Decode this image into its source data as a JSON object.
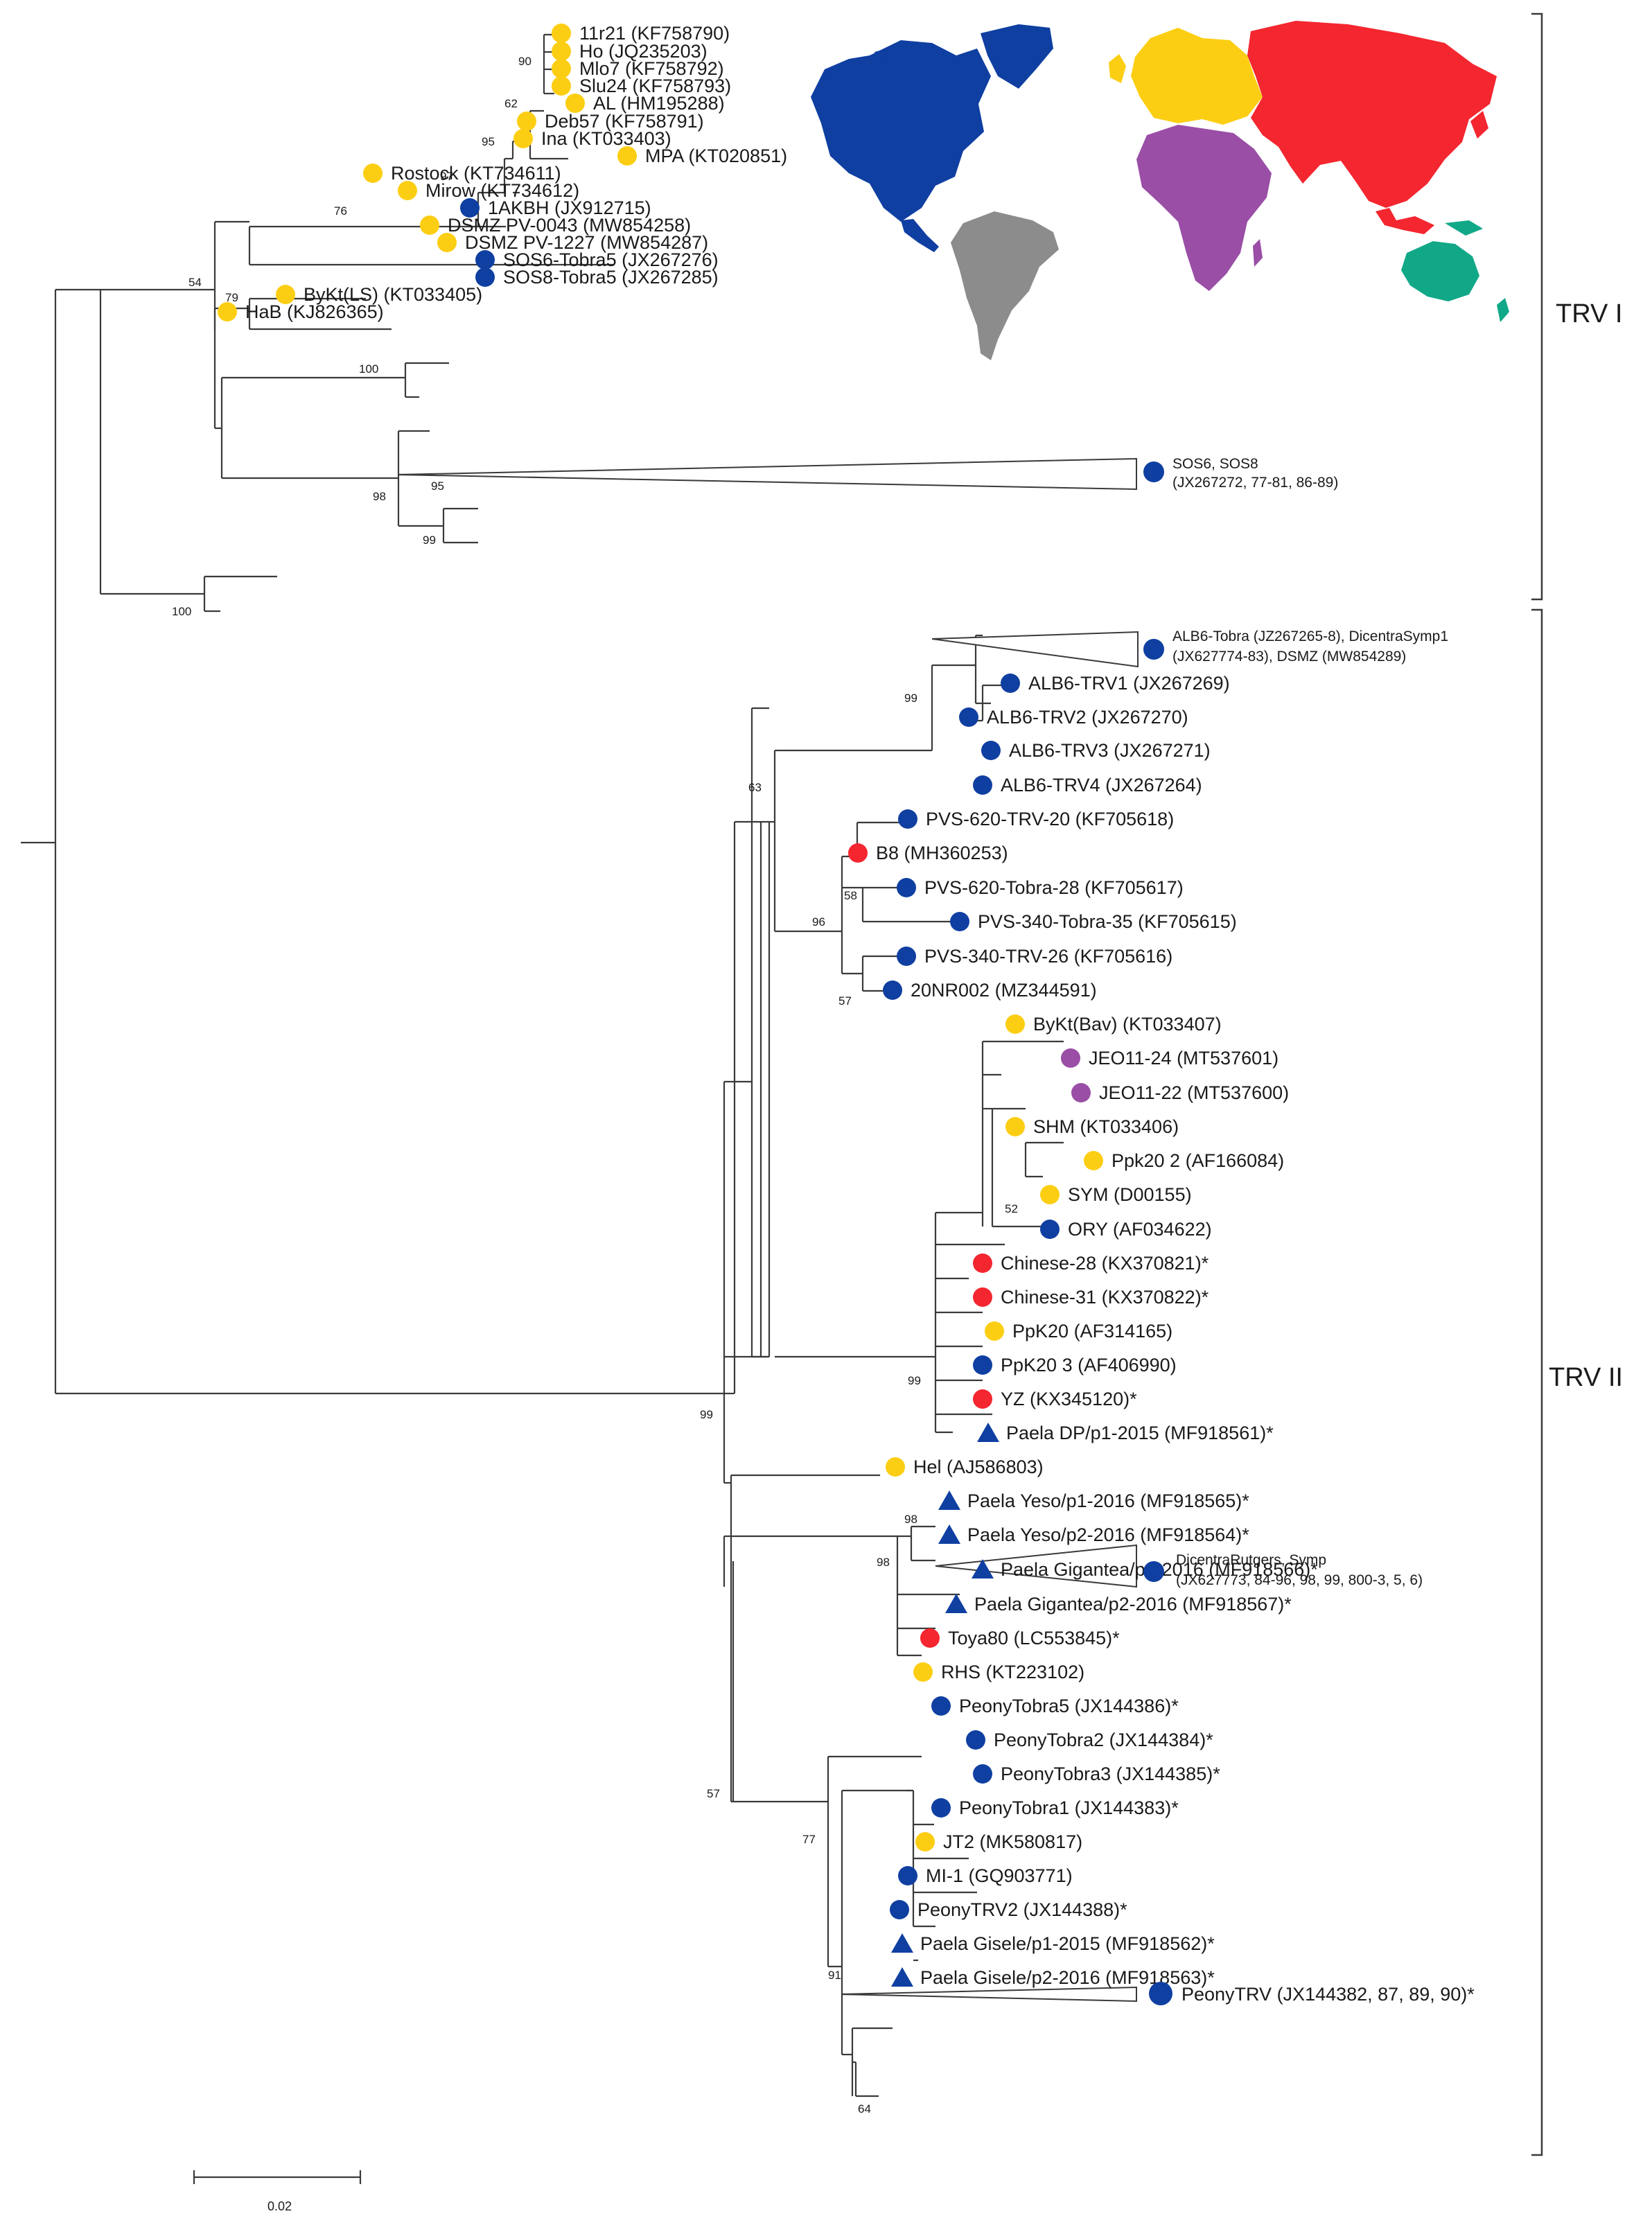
{
  "colors": {
    "europe": "#fcce13",
    "north_america": "#0f3fa1",
    "asia": "#f4262f",
    "africa": "#9a4ea6",
    "south_america": "#8c8c8c",
    "oceania": "#11a888"
  },
  "groups": {
    "trv1": "TRV I",
    "trv2": "TRV II"
  },
  "scale_label": "0.02",
  "supports": {
    "s90": "90",
    "s62": "62",
    "s95a": "95",
    "s97": "97",
    "s76": "76",
    "s54": "54",
    "s79": "79",
    "s100a": "100",
    "s95b": "95",
    "s98a": "98",
    "s99a": "99",
    "s100b": "100",
    "s99b": "99",
    "s63": "63",
    "s58": "58",
    "s96": "96",
    "s57a": "57",
    "s52": "52",
    "s99c": "99",
    "s99d": "99",
    "s98b": "98",
    "s98c": "98",
    "s57b": "57",
    "s77": "77",
    "s91": "91",
    "s64": "64"
  },
  "leaves": [
    {
      "label": "11r21 (KF758790)",
      "marker": "circle",
      "region": "europe"
    },
    {
      "label": "Ho (JQ235203)",
      "marker": "circle",
      "region": "europe"
    },
    {
      "label": "Mlo7 (KF758792)",
      "marker": "circle",
      "region": "europe"
    },
    {
      "label": "Slu24 (KF758793)",
      "marker": "circle",
      "region": "europe"
    },
    {
      "label": "AL (HM195288)",
      "marker": "circle",
      "region": "europe"
    },
    {
      "label": "Deb57 (KF758791)",
      "marker": "circle",
      "region": "europe"
    },
    {
      "label": "Ina (KT033403)",
      "marker": "circle",
      "region": "europe"
    },
    {
      "label": "MPA (KT020851)",
      "marker": "circle",
      "region": "europe"
    },
    {
      "label": "Rostock (KT734611)",
      "marker": "circle",
      "region": "europe"
    },
    {
      "label": "Mirow (KT734612)",
      "marker": "circle",
      "region": "europe"
    },
    {
      "label": "1AKBH (JX912715)",
      "marker": "circle",
      "region": "north_america"
    },
    {
      "label": "DSMZ PV-0043 (MW854258)",
      "marker": "circle",
      "region": "europe"
    },
    {
      "label": "DSMZ PV-1227 (MW854287)",
      "marker": "circle",
      "region": "europe"
    },
    {
      "label": "SOS6-Tobra5 (JX267276)",
      "marker": "circle",
      "region": "north_america"
    },
    {
      "label": "SOS8-Tobra5 (JX267285)",
      "marker": "circle",
      "region": "north_america"
    },
    {
      "label": "ByKt(LS) (KT033405)",
      "marker": "circle",
      "region": "europe"
    },
    {
      "label": "HaB (KJ826365)",
      "marker": "circle",
      "region": "europe"
    },
    {
      "label": "ALB6-TRV1 (JX267269)",
      "marker": "circle",
      "region": "north_america"
    },
    {
      "label": "ALB6-TRV2 (JX267270)",
      "marker": "circle",
      "region": "north_america"
    },
    {
      "label": "ALB6-TRV3 (JX267271)",
      "marker": "circle",
      "region": "north_america"
    },
    {
      "label": "ALB6-TRV4 (JX267264)",
      "marker": "circle",
      "region": "north_america"
    },
    {
      "label": "PVS-620-TRV-20 (KF705618)",
      "marker": "circle",
      "region": "north_america"
    },
    {
      "label": "B8 (MH360253)",
      "marker": "circle",
      "region": "asia"
    },
    {
      "label": "PVS-620-Tobra-28 (KF705617)",
      "marker": "circle",
      "region": "north_america"
    },
    {
      "label": "PVS-340-Tobra-35 (KF705615)",
      "marker": "circle",
      "region": "north_america"
    },
    {
      "label": "PVS-340-TRV-26 (KF705616)",
      "marker": "circle",
      "region": "north_america"
    },
    {
      "label": "20NR002 (MZ344591)",
      "marker": "circle",
      "region": "north_america"
    },
    {
      "label": "ByKt(Bav) (KT033407)",
      "marker": "circle",
      "region": "europe"
    },
    {
      "label": "JEO11-24 (MT537601)",
      "marker": "circle",
      "region": "africa"
    },
    {
      "label": "JEO11-22 (MT537600)",
      "marker": "circle",
      "region": "africa"
    },
    {
      "label": "SHM (KT033406)",
      "marker": "circle",
      "region": "europe"
    },
    {
      "label": "Ppk20 2 (AF166084)",
      "marker": "circle",
      "region": "europe"
    },
    {
      "label": "SYM (D00155)",
      "marker": "circle",
      "region": "europe"
    },
    {
      "label": "ORY (AF034622)",
      "marker": "circle",
      "region": "north_america"
    },
    {
      "label": "Chinese-28 (KX370821)*",
      "marker": "circle",
      "region": "asia"
    },
    {
      "label": "Chinese-31 (KX370822)*",
      "marker": "circle",
      "region": "asia"
    },
    {
      "label": "PpK20 (AF314165)",
      "marker": "circle",
      "region": "europe"
    },
    {
      "label": "PpK20 3 (AF406990)",
      "marker": "circle",
      "region": "north_america"
    },
    {
      "label": "YZ (KX345120)*",
      "marker": "circle",
      "region": "asia"
    },
    {
      "label": "Paela DP/p1-2015 (MF918561)*",
      "marker": "triangle",
      "region": "north_america"
    },
    {
      "label": "Hel (AJ586803)",
      "marker": "circle",
      "region": "europe"
    },
    {
      "label": "Paela Yeso/p1-2016 (MF918565)*",
      "marker": "triangle",
      "region": "north_america"
    },
    {
      "label": "Paela Yeso/p2-2016 (MF918564)*",
      "marker": "triangle",
      "region": "north_america"
    },
    {
      "label": "Paela Gigantea/p1-2016 (MF918566)*",
      "marker": "triangle",
      "region": "north_america"
    },
    {
      "label": "Paela Gigantea/p2-2016 (MF918567)*",
      "marker": "triangle",
      "region": "north_america"
    },
    {
      "label": "Toya80 (LC553845)*",
      "marker": "circle",
      "region": "asia"
    },
    {
      "label": "RHS (KT223102)",
      "marker": "circle",
      "region": "europe"
    },
    {
      "label": "PeonyTobra5 (JX144386)*",
      "marker": "circle",
      "region": "north_america"
    },
    {
      "label": "PeonyTobra2 (JX144384)*",
      "marker": "circle",
      "region": "north_america"
    },
    {
      "label": "PeonyTobra3 (JX144385)*",
      "marker": "circle",
      "region": "north_america"
    },
    {
      "label": "PeonyTobra1 (JX144383)*",
      "marker": "circle",
      "region": "north_america"
    },
    {
      "label": "JT2 (MK580817)",
      "marker": "circle",
      "region": "europe"
    },
    {
      "label": "MI-1 (GQ903771)",
      "marker": "circle",
      "region": "north_america"
    },
    {
      "label": "PeonyTRV2 (JX144388)*",
      "marker": "circle",
      "region": "north_america"
    },
    {
      "label": "Paela Gisele/p1-2015 (MF918562)*",
      "marker": "triangle",
      "region": "north_america"
    },
    {
      "label": "Paela Gisele/p2-2016 (MF918563)*",
      "marker": "triangle",
      "region": "north_america"
    }
  ],
  "collapsed": [
    {
      "line1": "SOS6, SOS8",
      "line2": "(JX267272, 77-81, 86-89)",
      "region": "north_america"
    },
    {
      "line1": "ALB6-Tobra (JZ267265-8), DicentraSymp1",
      "line2": "(JX627774-83), DSMZ (MW854289)",
      "region": "north_america"
    },
    {
      "line1": "DicentraRutgers, Symp",
      "line2": "(JX627773, 84-96, 98, 99, 800-3, 5, 6)",
      "region": "north_america"
    },
    {
      "line1": "PeonyTRV (JX144382, 87, 89, 90)*",
      "line2": "",
      "region": "north_america"
    }
  ],
  "map": {
    "regions": [
      "north_america",
      "europe",
      "asia",
      "africa",
      "south_america",
      "oceania"
    ]
  }
}
